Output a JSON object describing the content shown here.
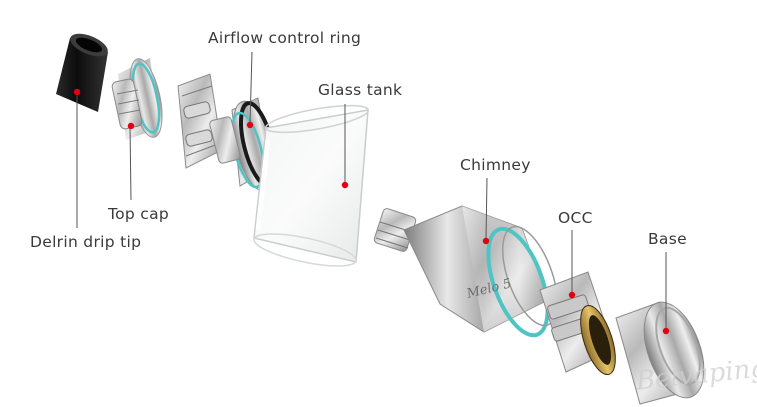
{
  "labels": {
    "airflow": "Airflow control ring",
    "glass": "Glass tank",
    "topcap": "Top cap",
    "driptip": "Delrin drip tip",
    "chimney": "Chimney",
    "occ": "OCC",
    "base": "Base"
  },
  "engraving": "Melo 5",
  "watermark": "Belvaping.com",
  "colors": {
    "dot": "#e3000f",
    "label": "#3a3a3a",
    "leader": "#555555",
    "oring_teal": "#4fc4c4",
    "oring_black": "#1a1a1a",
    "delrin": "#111111"
  }
}
